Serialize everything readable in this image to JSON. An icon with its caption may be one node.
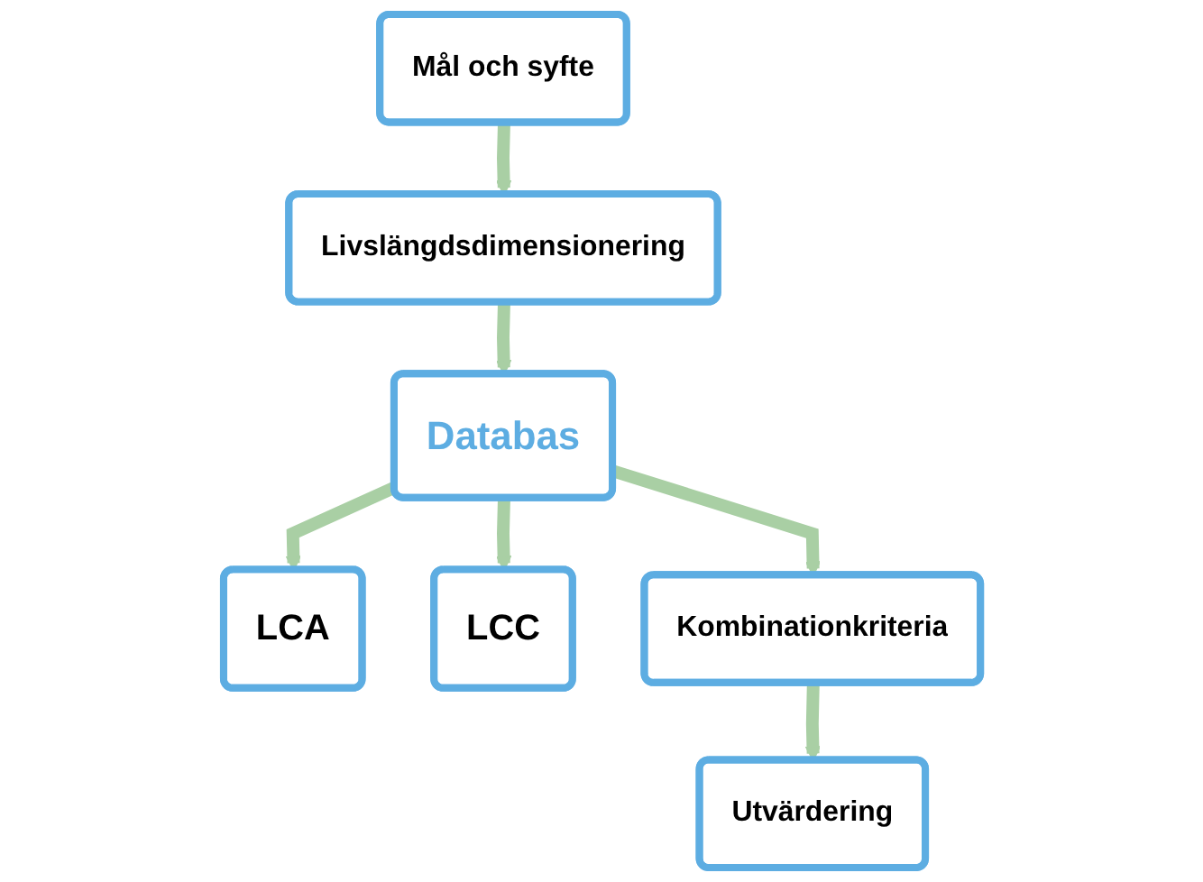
{
  "diagram": {
    "nodes": [
      {
        "text": [
          "Mål och syfte"
        ]
      },
      {
        "text": [
          "Livslängdsdimensionering"
        ]
      },
      {
        "text": [
          "Databas"
        ]
      },
      {
        "text": [
          "LCA"
        ]
      },
      {
        "text": [
          "LCC"
        ]
      },
      {
        "text": [
          "Kombinationkriteria"
        ]
      },
      {
        "text": [
          "Utvärdering"
        ]
      }
    ],
    "edges": [
      {
        "from": 0,
        "to": 1,
        "arrow": "to"
      },
      {
        "from": 1,
        "to": 2,
        "arrow": "to"
      },
      {
        "from": 2,
        "to": 3,
        "arrow": "to"
      },
      {
        "from": 2,
        "to": 4,
        "arrow": "to"
      },
      {
        "from": 2,
        "to": 5,
        "arrow": "to"
      },
      {
        "from": 5,
        "to": 6,
        "arrow": "to"
      }
    ]
  }
}
